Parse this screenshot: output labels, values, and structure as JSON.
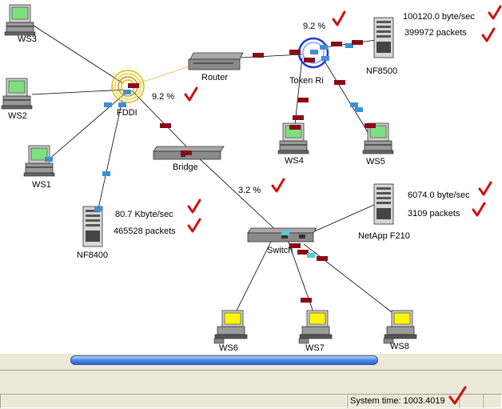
{
  "nodes": {
    "ws1": "WS1",
    "ws2": "WS2",
    "ws3": "WS3",
    "ws4": "WS4",
    "ws5": "WS5",
    "ws6": "WS6",
    "ws7": "WS7",
    "ws8": "WS8",
    "fddi": "FDDI",
    "router": "Router",
    "bridge": "Bridge",
    "token_ring": "Token Ri",
    "switch": "Switch",
    "nf8400": "NF8400",
    "nf8500": "NF8500",
    "netapp": "NetApp F210"
  },
  "utilization": {
    "token_ring": "9.2 %",
    "fddi": "9.2 %",
    "bridge_switch": "3.2 %"
  },
  "stats": {
    "nf8500": {
      "rate": "100120.0 byte/sec",
      "packets": "399972 packets"
    },
    "nf8400": {
      "rate": "80.7 Kbyte/sec",
      "packets": "465528 packets"
    },
    "netapp": {
      "rate": "6074.0 byte/sec",
      "packets": "3109 packets"
    }
  },
  "status": {
    "system_time": "System time: 1003.4019"
  },
  "colors": {
    "packet_red": "#8b0a1a",
    "packet_blue": "#3d8fd6",
    "packet_cyan": "#4fd0d8",
    "check": "#d01010"
  }
}
